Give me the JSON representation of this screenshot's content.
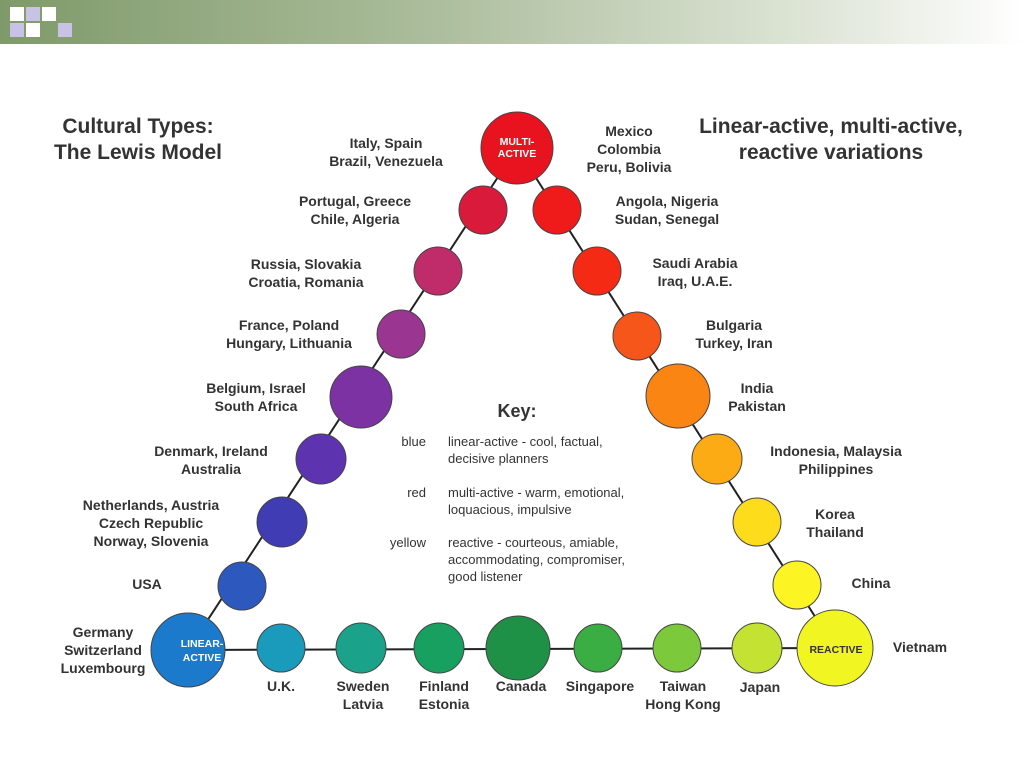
{
  "title_left": [
    "Cultural Types:",
    "The Lewis Model"
  ],
  "title_right": [
    "Linear-active, multi-active,",
    "reactive variations"
  ],
  "vertices": {
    "multi_active": [
      "MULTI-",
      "ACTIVE"
    ],
    "linear_active": [
      "LINEAR-",
      "ACTIVE"
    ],
    "reactive": [
      "REACTIVE"
    ]
  },
  "left_side": [
    {
      "countries": [
        "Italy, Spain",
        "Brazil, Venezuela"
      ],
      "color": "#e8131f"
    },
    {
      "countries": [
        "Portugal, Greece",
        "Chile, Algeria"
      ],
      "color": "#d91a3a"
    },
    {
      "countries": [
        "Russia, Slovakia",
        "Croatia, Romania"
      ],
      "color": "#c02c6a"
    },
    {
      "countries": [
        "France, Poland",
        "Hungary, Lithuania"
      ],
      "color": "#9a3592"
    },
    {
      "countries": [
        "Belgium, Israel",
        "South Africa"
      ],
      "color": "#7c32a2"
    },
    {
      "countries": [
        "Denmark, Ireland",
        "Australia"
      ],
      "color": "#5e33b0"
    },
    {
      "countries": [
        "Netherlands, Austria",
        "Czech Republic",
        "Norway, Slovenia"
      ],
      "color": "#3f3cb4"
    },
    {
      "countries": [
        "USA"
      ],
      "color": "#2d58bd"
    },
    {
      "countries": [
        "Germany",
        "Switzerland",
        "Luxembourg"
      ],
      "color": "#1b7acc"
    }
  ],
  "right_side": [
    {
      "countries": [
        "Mexico",
        "Colombia",
        "Peru, Bolivia"
      ],
      "color": "#e8131f"
    },
    {
      "countries": [
        "Angola, Nigeria",
        "Sudan, Senegal"
      ],
      "color": "#ef1b1b"
    },
    {
      "countries": [
        "Saudi Arabia",
        "Iraq, U.A.E."
      ],
      "color": "#f42a15"
    },
    {
      "countries": [
        "Bulgaria",
        "Turkey, Iran"
      ],
      "color": "#f7561a"
    },
    {
      "countries": [
        "India",
        "Pakistan"
      ],
      "color": "#fa8512"
    },
    {
      "countries": [
        "Indonesia, Malaysia",
        "Philippines"
      ],
      "color": "#fcab14"
    },
    {
      "countries": [
        "Korea",
        "Thailand"
      ],
      "color": "#fddc1c"
    },
    {
      "countries": [
        "China"
      ],
      "color": "#fcf523"
    },
    {
      "countries": [
        "Vietnam"
      ],
      "color": "#f1f522"
    }
  ],
  "bottom_side": [
    {
      "countries": [
        "U.K."
      ],
      "color": "#1a9bbc"
    },
    {
      "countries": [
        "Sweden",
        "Latvia"
      ],
      "color": "#1aa38a"
    },
    {
      "countries": [
        "Finland",
        "Estonia"
      ],
      "color": "#17a060"
    },
    {
      "countries": [
        "Canada"
      ],
      "color": "#1f9146"
    },
    {
      "countries": [
        "Singapore"
      ],
      "color": "#3aae42"
    },
    {
      "countries": [
        "Taiwan",
        "Hong Kong"
      ],
      "color": "#7cc93b"
    },
    {
      "countries": [
        "Japan"
      ],
      "color": "#c4e232"
    }
  ],
  "key": {
    "title": "Key:",
    "items": [
      {
        "color_word": "blue",
        "color": "#1f7ec9",
        "lines": [
          "linear-active - cool, factual,",
          "decisive planners"
        ]
      },
      {
        "color_word": "red",
        "color": "#e2231a",
        "lines": [
          "multi-active - warm, emotional,",
          "loquacious, impulsive"
        ]
      },
      {
        "color_word": "yellow",
        "color": "#e6ea1a",
        "lines": [
          "reactive - courteous, amiable,",
          "accommodating, compromiser,",
          "good listener"
        ]
      }
    ]
  }
}
